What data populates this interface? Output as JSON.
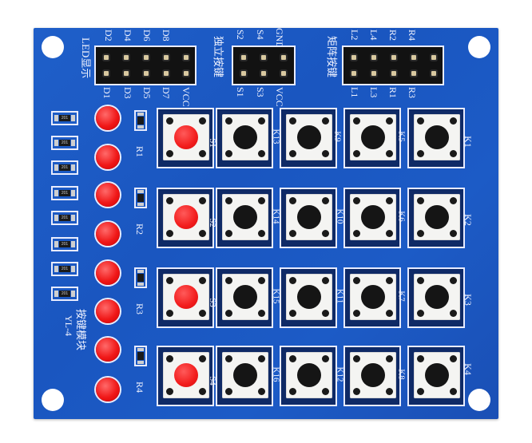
{
  "board": {
    "model": "YL-4",
    "module_name": "按键模块",
    "color": "#1c5bc6"
  },
  "headers": [
    {
      "name": "led-header",
      "title": "LED显示",
      "top_labels": [
        "D2",
        "D4",
        "D6",
        "D8"
      ],
      "bottom_labels": [
        "D1",
        "D3",
        "D5",
        "D7",
        "VCC"
      ]
    },
    {
      "name": "independent-key-header",
      "title": "独立按键",
      "top_labels": [
        "S2",
        "S4",
        "GND"
      ],
      "bottom_labels": [
        "S1",
        "S3",
        "VCC"
      ]
    },
    {
      "name": "matrix-key-header",
      "title": "矩阵按键",
      "top_labels": [
        "L2",
        "L4",
        "R2",
        "R4"
      ],
      "bottom_labels": [
        "L1",
        "L3",
        "R1",
        "R3"
      ]
    }
  ],
  "leds": [
    "D1",
    "D2",
    "D3",
    "D4",
    "D5",
    "D6",
    "D7",
    "D8"
  ],
  "resistors": [
    "R1",
    "R2",
    "R3",
    "R4"
  ],
  "smd_resistor_code": "201",
  "independent_keys": [
    "S1",
    "S2",
    "S3",
    "S4"
  ],
  "matrix_keys": [
    [
      "K13",
      "K9",
      "K5",
      "K1"
    ],
    [
      "K14",
      "K10",
      "K6",
      "K2"
    ],
    [
      "K15",
      "K11",
      "K7",
      "K3"
    ],
    [
      "K16",
      "K12",
      "K8",
      "K4"
    ]
  ],
  "row_labels": [
    "K1",
    "K2",
    "K3",
    "K4"
  ]
}
